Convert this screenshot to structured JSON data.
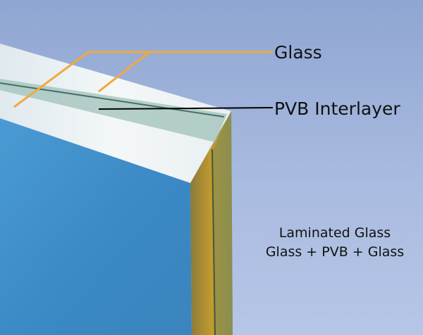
{
  "labels": {
    "glass": "Glass",
    "pvb": "PVB Interlayer"
  },
  "caption": {
    "line1": "Laminated Glass",
    "line2": "Glass + PVB + Glass"
  },
  "colors": {
    "background": "#9fb2d6",
    "glass_face": "#3b8dc8",
    "glass_edge": "#eef3f4",
    "leader_orange": "#f2a93b",
    "leader_black": "#000000"
  }
}
